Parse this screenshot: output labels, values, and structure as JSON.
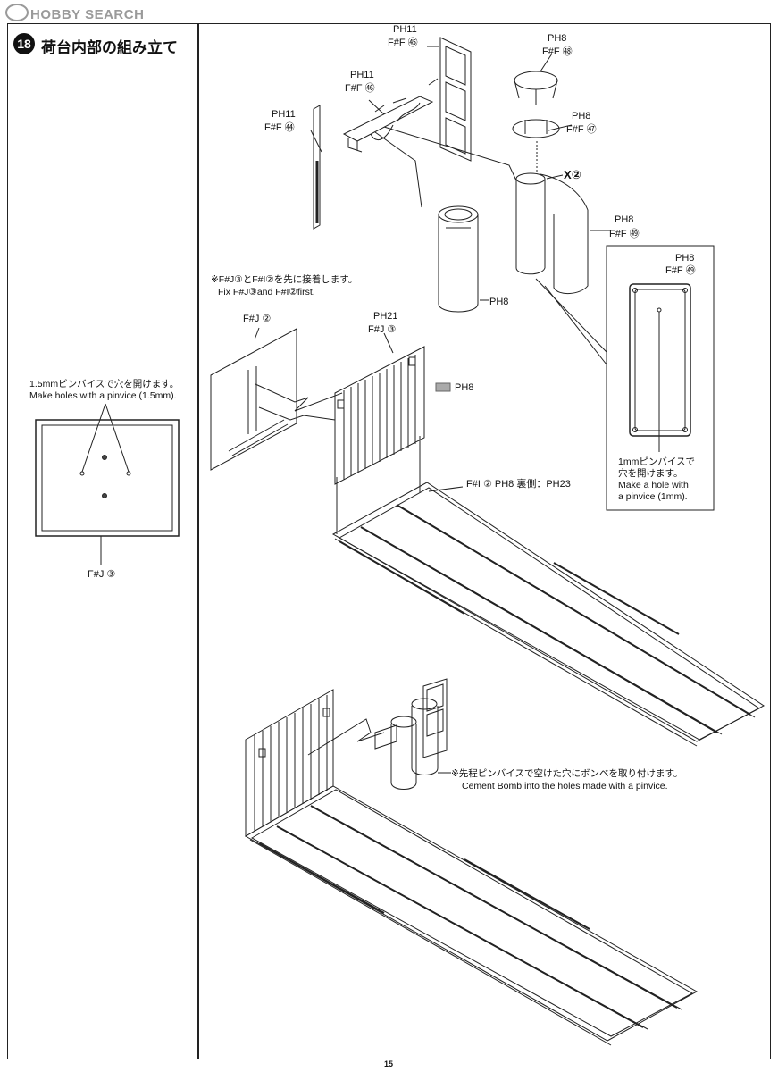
{
  "watermark": {
    "text": "HOBBY SEARCH"
  },
  "step": {
    "number": "18",
    "title": "荷台内部の組み立て"
  },
  "left_panel": {
    "note_jp": "1.5mmピンバイスで穴を開けます。",
    "note_en": "Make holes with a pinvice (1.5mm).",
    "part_label": "F#J ③"
  },
  "parts": {
    "ph11_a": "PH11",
    "f44": "F#F ㊹",
    "ph11_b": "PH11",
    "f46": "F#F ㊻",
    "ph11_c": "PH11",
    "f45": "F#F ㊺",
    "ph8_a": "PH8",
    "f48": "F#F ㊽",
    "ph8_b": "PH8",
    "f47": "F#F ㊼",
    "x2": "X②",
    "ph8_c": "PH8",
    "f49": "F#F ㊾",
    "ph8_cyl": "PH8",
    "fj2": "F#J ②",
    "ph21": "PH21",
    "fj3": "F#J ③",
    "ph8_swatch": "PH8",
    "floor": "F#I ②  PH8  裏側：PH23"
  },
  "notes": {
    "glue_first_jp": "※F#J③とF#I②を先に接着します。",
    "glue_first_en": "Fix F#J③and F#I②first.",
    "bomb_jp": "※先程ピンバイスで空けた穴にボンベを取り付けます。",
    "bomb_en": "Cement Bomb into the holes made with a pinvice."
  },
  "detail_box": {
    "ph": "PH8",
    "part": "F#F ㊾",
    "note_jp_1": "1mmピンバイスで",
    "note_jp_2": "穴を開けます。",
    "note_en_1": "Make a hole with",
    "note_en_2": "a pinvice (1mm)."
  },
  "page_number": "15"
}
